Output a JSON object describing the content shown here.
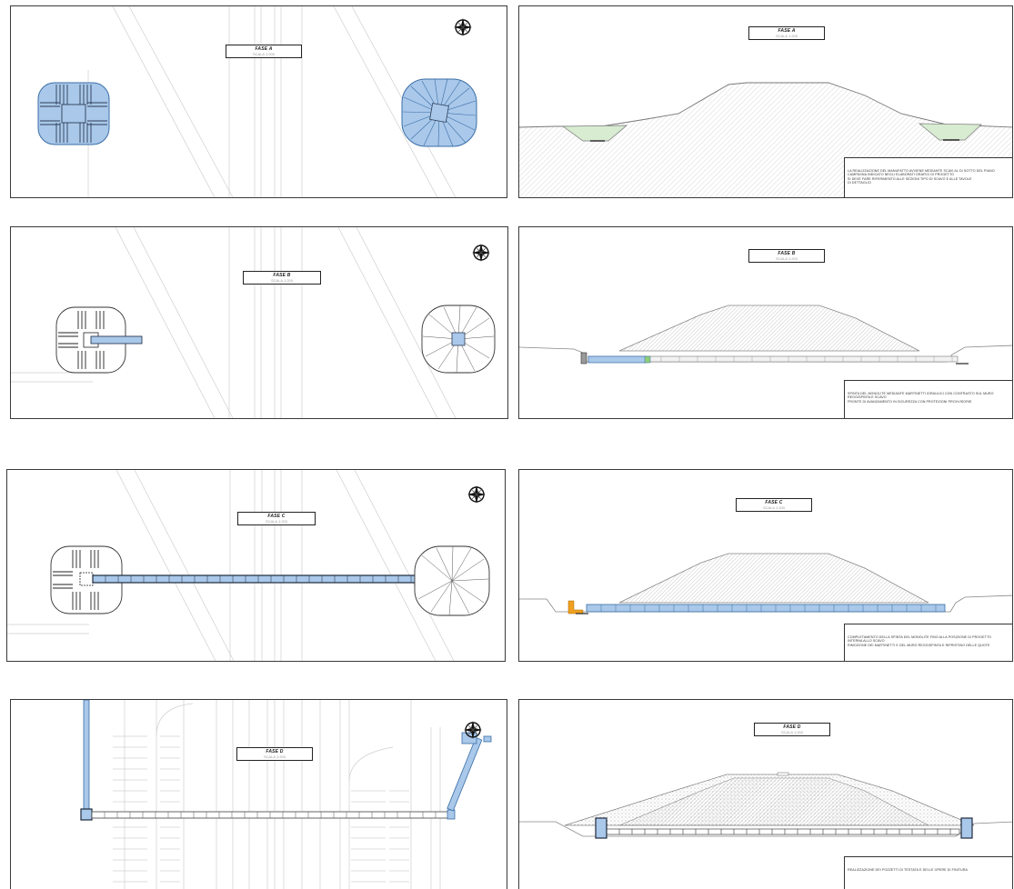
{
  "colors": {
    "frame": "#3a3a3a",
    "blue_fill": "#a9c8ea",
    "blue_stroke": "#3a6ea5",
    "green_fill": "#d8ecd2",
    "hatch": "#c8c8c8",
    "orange": "#f0a020"
  },
  "plans": [
    {
      "phase_title": "FASE A",
      "scale": "SCALA 1:200",
      "icon": "compass-icon"
    },
    {
      "phase_title": "FASE B",
      "scale": "SCALA 1:200",
      "icon": "compass-icon"
    },
    {
      "phase_title": "FASE C",
      "scale": "SCALA 1:200",
      "icon": "compass-icon"
    },
    {
      "phase_title": "FASE D",
      "scale": "SCALA 1:200",
      "icon": "compass-icon"
    }
  ],
  "sections": [
    {
      "phase_title": "FASE A",
      "scale": "SCALA 1:200",
      "notes": [
        "LA REALIZZAZIONE DEL MANUFATTO AVVIENE MEDIANTE SCAVI AL DI SOTTO DEL PIANO",
        "CAMPAGNA INDICATO NEGLI ELABORATI GRAFICI DI PROGETTO",
        "SI DEVE FARE RIFERIMENTO ALLE SEZIONI TIPO DI SCAVO E ALLE TAVOLE",
        "DI DETTAGLIO"
      ]
    },
    {
      "phase_title": "FASE B",
      "scale": "SCALA 1:200",
      "notes": [
        "SPINTA DEL MONOLITE MEDIANTE MARTINETTI IDRAULICI CON CONTRASTO SUL MURO",
        "REGGISPINTA E SCAVO",
        "FRONTE DI AVANZAMENTO IN SICUREZZA CON PROTEZIONI PROVVISORIE"
      ]
    },
    {
      "phase_title": "FASE C",
      "scale": "SCALA 1:200",
      "notes": [
        "COMPLETAMENTO DELLA SPINTA DEL MONOLITE FINO ALLA POSIZIONE DI PROGETTO",
        "INTERNA ALLO SCAVO",
        "RIMOZIONE DEI MARTINETTI E DEL MURO REGGISPINTA E RIPRISTINO DELLE QUOTE"
      ]
    },
    {
      "phase_title": "FASE D",
      "scale": "SCALA 1:200",
      "notes": [
        "REALIZZAZIONE DEI POZZETTI DI TESTATA E DELLE OPERE DI FINITURA"
      ]
    }
  ]
}
